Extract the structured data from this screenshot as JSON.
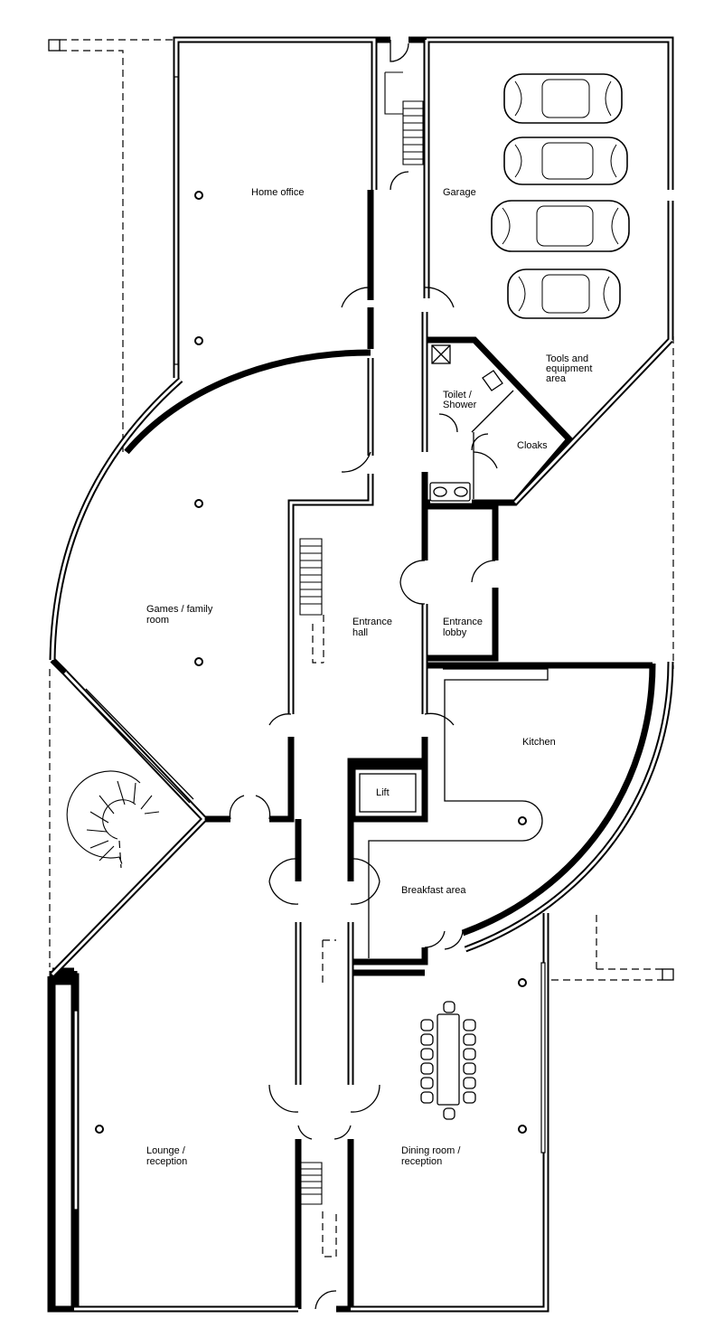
{
  "rooms": {
    "home_office": "Home office",
    "garage": "Garage",
    "tools_1": "Tools and",
    "tools_2": "equipment",
    "tools_3": "area",
    "toilet_1": "Toilet /",
    "toilet_2": "Shower",
    "cloaks": "Cloaks",
    "games_1": "Games / family",
    "games_2": "room",
    "hall_1": "Entrance",
    "hall_2": "hall",
    "lobby_1": "Entrance",
    "lobby_2": "lobby",
    "kitchen": "Kitchen",
    "lift": "Lift",
    "breakfast": "Breakfast area",
    "lounge_1": "Lounge /",
    "lounge_2": "reception",
    "dining_1": "Dining room /",
    "dining_2": "reception"
  },
  "furniture": {
    "cars_in_garage": 4,
    "dining_chairs": 14
  }
}
